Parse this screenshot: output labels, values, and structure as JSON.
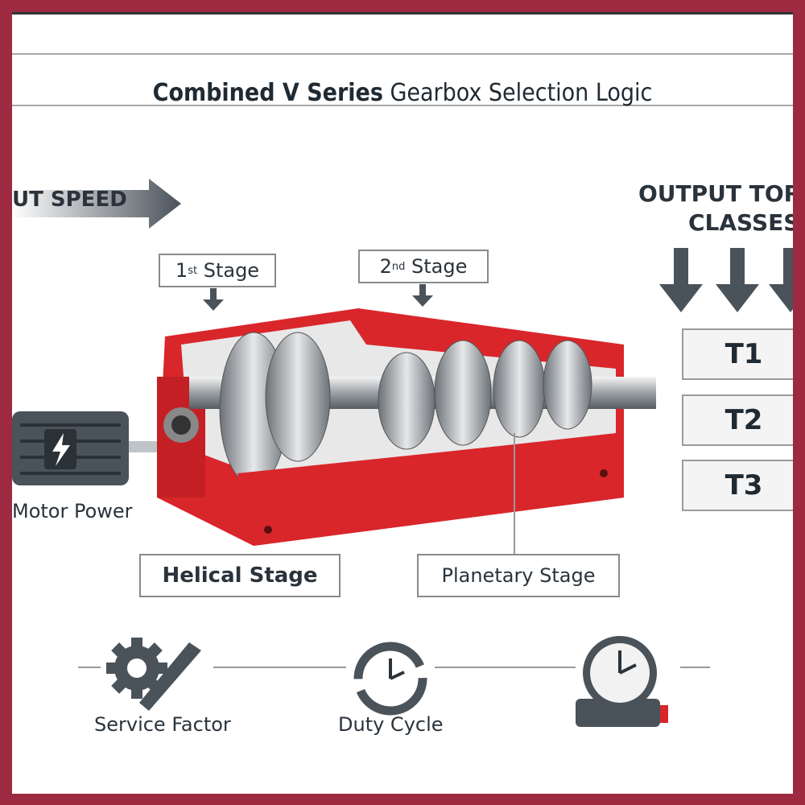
{
  "title": {
    "bold": "Combined V Series",
    "regular": "Gearbox Selection Logic"
  },
  "input_speed_label": "UT SPEED",
  "output_torque_label": [
    "OUTPUT TORQ",
    "CLASSES"
  ],
  "stages": {
    "first": {
      "num": "1",
      "sup": "st",
      "word": "Stage"
    },
    "second": {
      "num": "2",
      "sup": "nd",
      "word": "Stage"
    }
  },
  "torque_classes": [
    "T1",
    "T2",
    "T3"
  ],
  "motor_label": "Motor Power",
  "stage_boxes": {
    "helical": "Helical Stage",
    "planetary": "Planetary Stage"
  },
  "factors": {
    "service": "Service Factor",
    "duty": "Duty Cycle"
  },
  "colors": {
    "frame": "#9e2a42",
    "housing": "#d9262b",
    "dark": "#2a333b"
  }
}
